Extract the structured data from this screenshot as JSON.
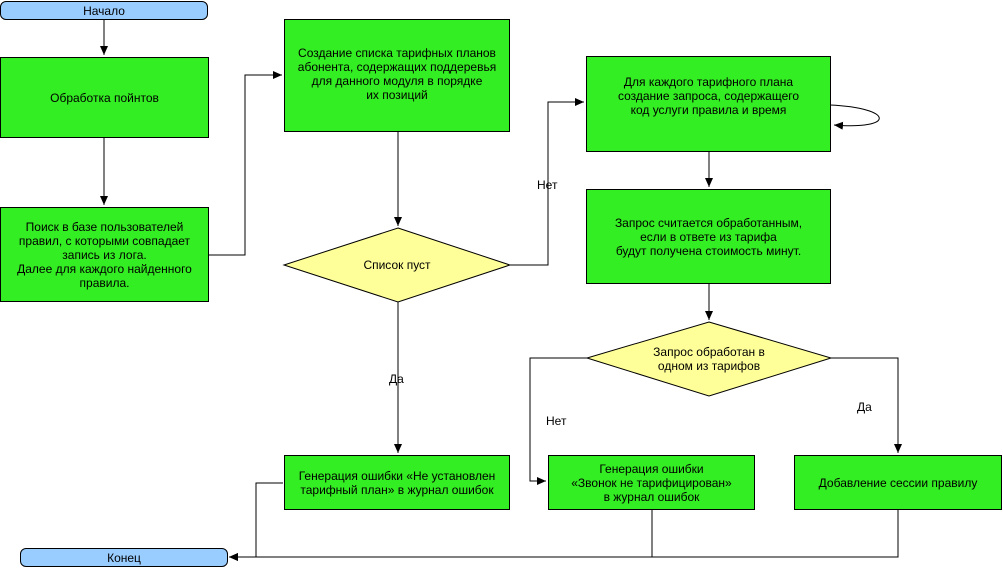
{
  "nodes": {
    "start": "Начало",
    "process_points": "Обработка пойнтов",
    "search_rules": "Поиск в базе пользователей\nправил, с которыми совпадает\nзапись из лога.\nДалее для каждого найденного\nправила.",
    "create_list": "Создание списка тарифных планов\nабонента, содержащих поддеревья\nдля данного модуля в порядке\nих позиций",
    "list_empty": "Список пуст",
    "per_plan": "Для каждого тарифного плана\nсоздание запроса, содержащего\nкод услуги правила и время",
    "request_processed": "Запрос считается обработанным,\nесли в ответе из тарифа\nбудут получена стоимость минут.",
    "processed_decision": "Запрос обработан в\nодном из тарифов",
    "error_no_plan": "Генерация ошибки «Не установлен\nтарифный план» в журнал ошибок",
    "error_not_billed": "Генерация ошибки\n«Звонок не тарифицирован»\nв журнал ошибок",
    "add_session": "Добавление сессии правилу",
    "end": "Конец"
  },
  "edge_labels": {
    "list_empty_no": "Нет",
    "list_empty_yes": "Да",
    "processed_no": "Нет",
    "processed_yes": "Да"
  },
  "colors": {
    "terminal_fill": "#99ccff",
    "process_fill": "#33ee22",
    "decision_fill": "#ffff99",
    "stroke": "#000000"
  }
}
